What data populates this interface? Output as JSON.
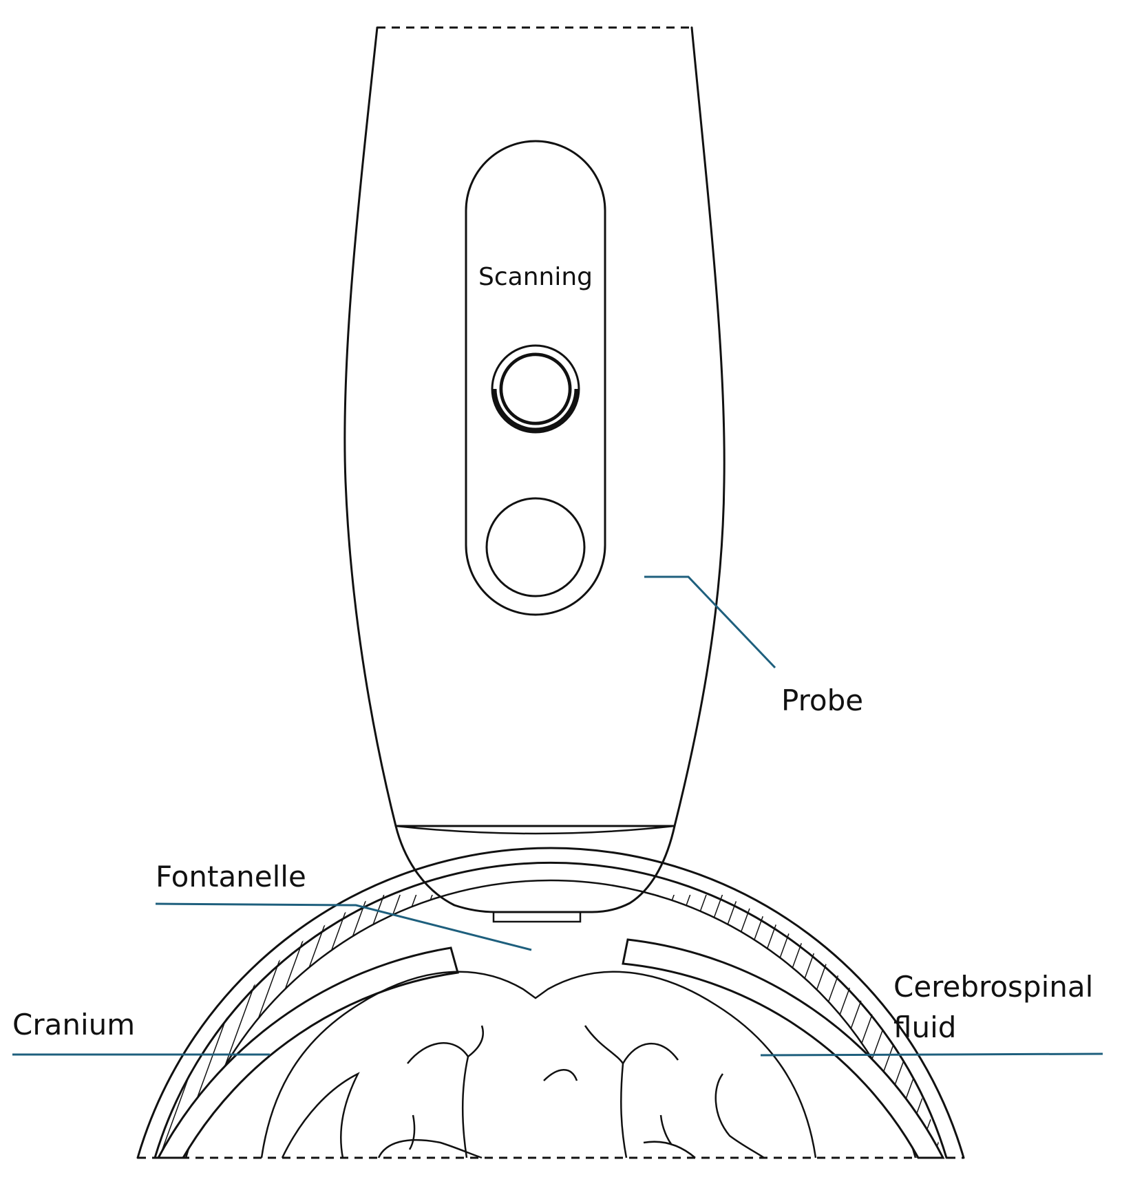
{
  "device": {
    "panel_label": "Scanning"
  },
  "labels": {
    "probe": "Probe",
    "fontanelle": "Fontanelle",
    "cranium": "Cranium",
    "csf_line1": "Cerebrospinal",
    "csf_line2": "fluid"
  },
  "colors": {
    "leader": "#1e5f7d",
    "outline": "#111111"
  }
}
